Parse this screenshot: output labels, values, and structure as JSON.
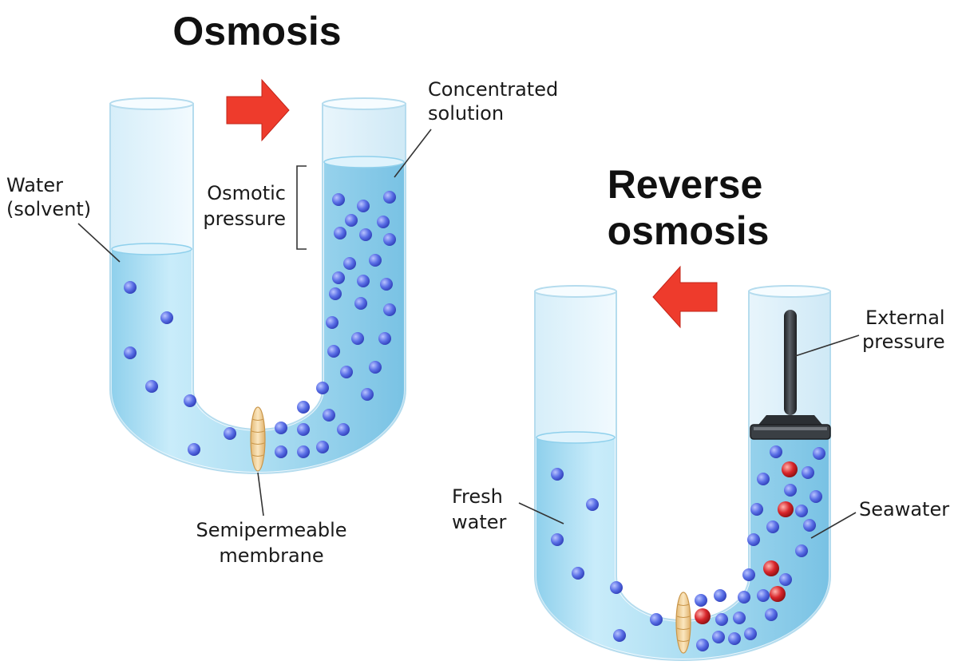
{
  "osmosis": {
    "title": "Osmosis",
    "labels": {
      "water_line1": "Water",
      "water_line2": "(solvent)",
      "osmotic_line1": "Osmotic",
      "osmotic_line2": "pressure",
      "concentrated_line1": "Concentrated",
      "concentrated_line2": "solution",
      "membrane_line1": "Semipermeable",
      "membrane_line2": "membrane"
    },
    "arrow_direction": "right"
  },
  "reverse_osmosis": {
    "title_line1": "Reverse",
    "title_line2": "osmosis",
    "labels": {
      "fresh_line1": "Fresh",
      "fresh_line2": "water",
      "external_line1": "External",
      "external_line2": "pressure",
      "seawater": "Seawater"
    },
    "arrow_direction": "left"
  },
  "colors": {
    "water": "#a9dcf1",
    "glass": "#eaf6fc",
    "solvent_particle": "#5a6fe6",
    "salt_particle": "#d8262b",
    "arrow": "#ee3b2c",
    "membrane": "#f2d49a",
    "piston": "#2b2f33"
  }
}
